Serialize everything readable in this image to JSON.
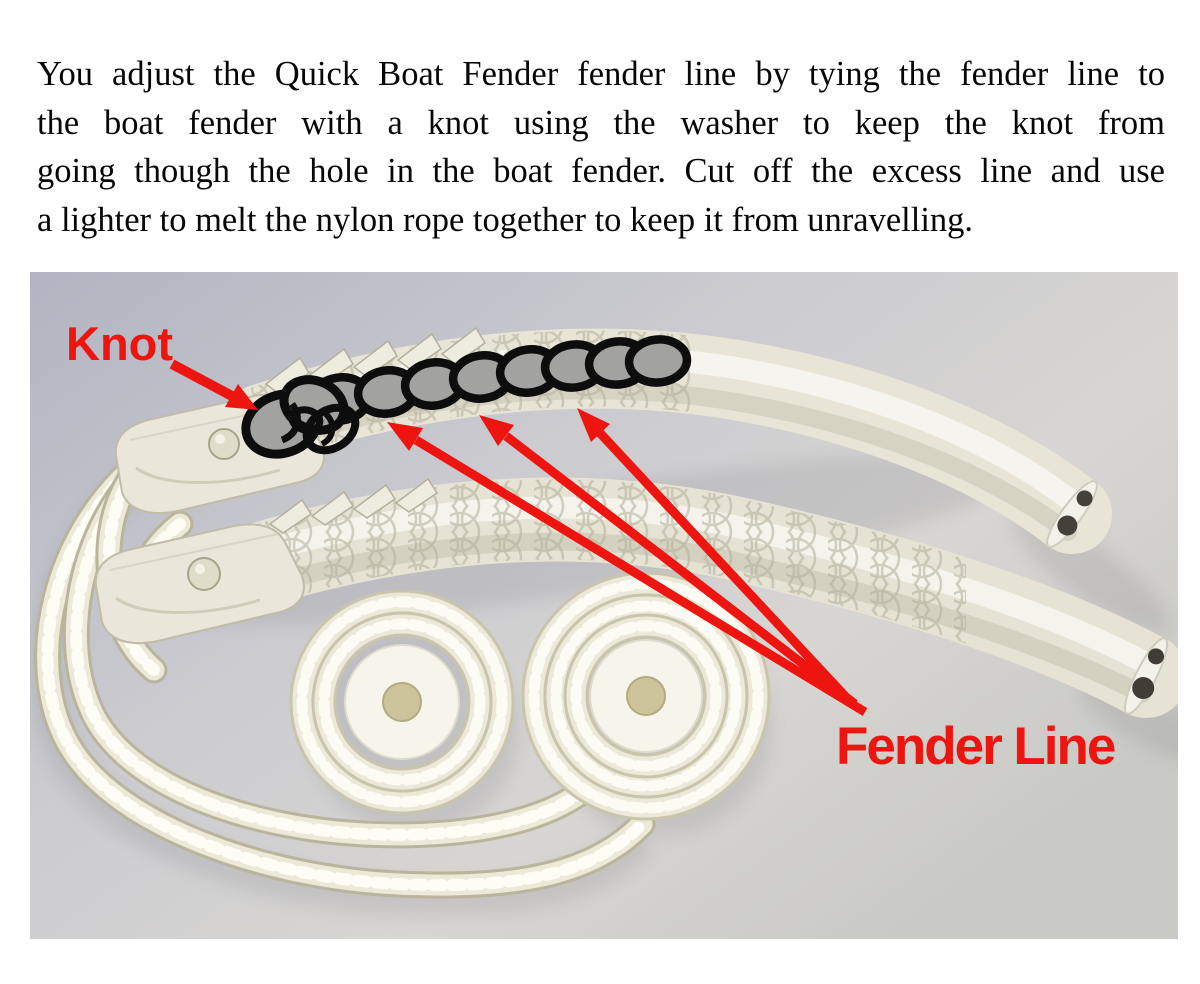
{
  "instructions": {
    "lines": [
      "You adjust the Quick Boat Fender fender line by tying the fender line to",
      "the boat fender with a knot using the washer to keep the knot from",
      "going though the hole in the boat fender. Cut off the excess line and use",
      "a lighter to melt the nylon rope together to keep it from unravelling."
    ]
  },
  "photo": {
    "knot_label": "Knot",
    "fender_line_label": "Fender Line",
    "annotation_color": "#ee1410",
    "knot_drawing_outline": "#0d0d0d",
    "knot_drawing_fill": "#a2a2a0",
    "subject": "two white quick boat fender hooks with nylon fender lines coiled around washers"
  }
}
